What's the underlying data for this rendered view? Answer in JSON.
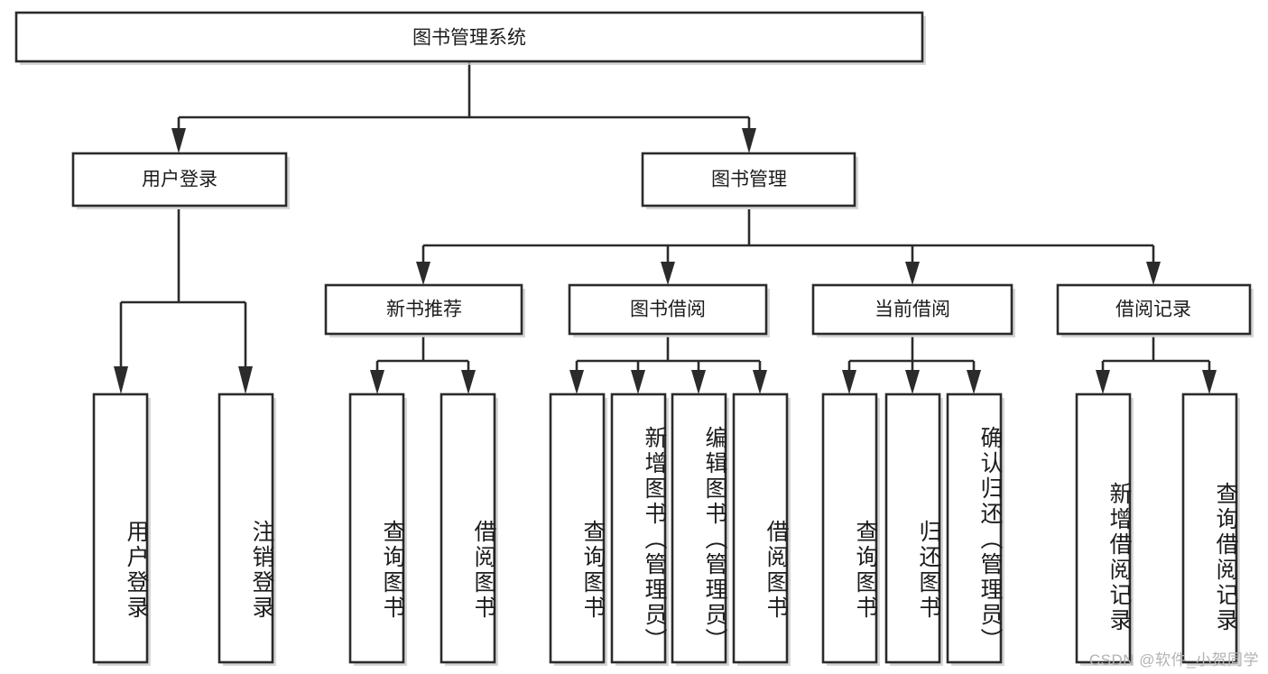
{
  "diagram": {
    "type": "hierarchy-tree",
    "title_node": {
      "label": "图书管理系统"
    },
    "level2": [
      {
        "id": "user-login",
        "label": "用户登录"
      },
      {
        "id": "book-manage",
        "label": "图书管理"
      }
    ],
    "level3": [
      {
        "id": "new-book-recommend",
        "label": "新书推荐",
        "parent": "book-manage"
      },
      {
        "id": "book-borrow",
        "label": "图书借阅",
        "parent": "book-manage"
      },
      {
        "id": "current-borrow",
        "label": "当前借阅",
        "parent": "book-manage"
      },
      {
        "id": "borrow-record",
        "label": "借阅记录",
        "parent": "book-manage"
      }
    ],
    "leaves": {
      "user_login": [
        {
          "id": "leaf-user-login",
          "label": "用户登录"
        },
        {
          "id": "leaf-logout-login",
          "label": "注销登录"
        }
      ],
      "new_book_recommend": [
        {
          "id": "leaf-query-book-1",
          "label": "查询图书"
        },
        {
          "id": "leaf-borrow-book-1",
          "label": "借阅图书"
        }
      ],
      "book_borrow": [
        {
          "id": "leaf-query-book-2",
          "label": "查询图书"
        },
        {
          "id": "leaf-add-book",
          "label": "新增图书（管理员）"
        },
        {
          "id": "leaf-edit-book",
          "label": "编辑图书（管理员）"
        },
        {
          "id": "leaf-borrow-book-2",
          "label": "借阅图书"
        }
      ],
      "current_borrow": [
        {
          "id": "leaf-query-book-3",
          "label": "查询图书"
        },
        {
          "id": "leaf-return-book",
          "label": "归还图书"
        },
        {
          "id": "leaf-confirm-return",
          "label": "确认归还（管理员）"
        }
      ],
      "borrow_record": [
        {
          "id": "leaf-add-record",
          "label": "新增借阅记录"
        },
        {
          "id": "leaf-query-record",
          "label": "查询借阅记录"
        }
      ]
    }
  },
  "watermark": {
    "text": "CSDN @软件_小贺同学"
  },
  "colors": {
    "box_stroke": "#2b2b2b",
    "box_fill": "#ffffff",
    "shadow": "#c9c9c9",
    "text": "#1c1c1c",
    "watermark": "#b3b3b3",
    "background": "#ffffff"
  }
}
